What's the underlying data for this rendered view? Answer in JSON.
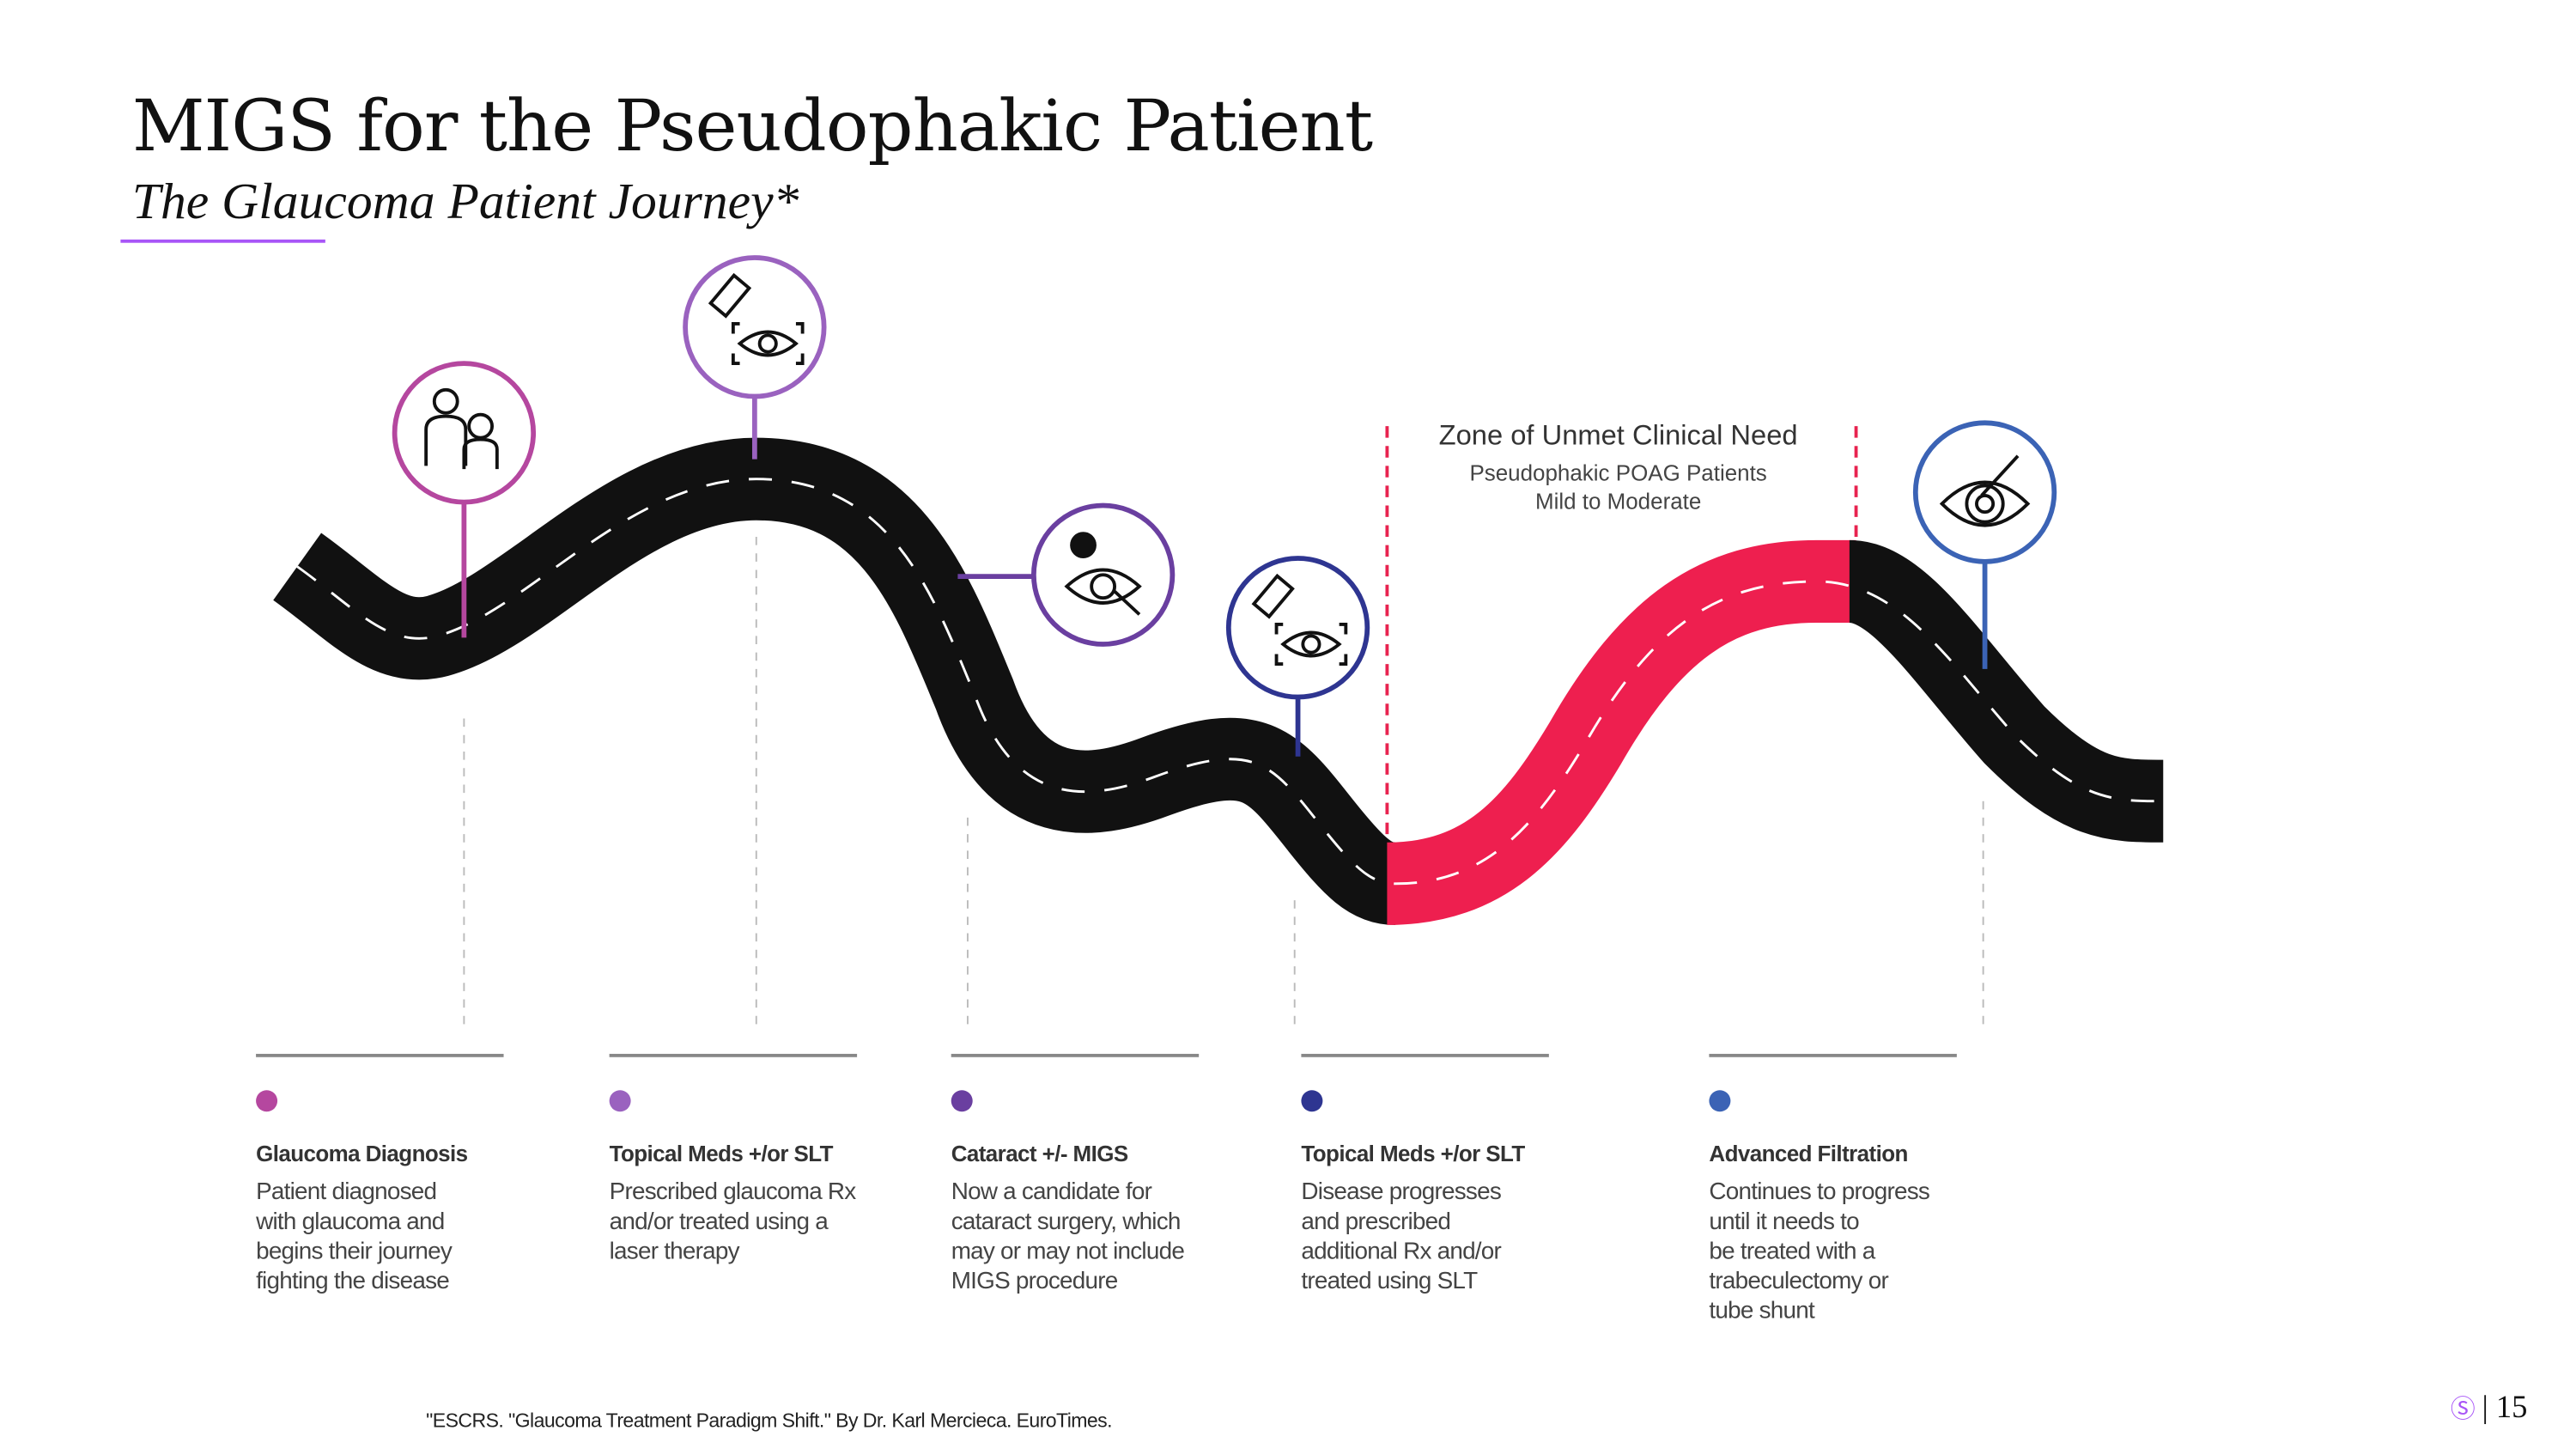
{
  "header": {
    "title": "MIGS for the Pseudophakic Patient",
    "subtitle": "The Glaucoma Patient Journey*"
  },
  "zone": {
    "title": "Zone of Unmet Clinical Need",
    "line1": "Pseudophakic POAG Patients",
    "line2": "Mild to Moderate"
  },
  "colors": {
    "road": "#111111",
    "zone_road": "#ee1f4f",
    "zone_line": "#e8234f",
    "accent": "#a855f7"
  },
  "stages": [
    {
      "heading": "Glaucoma Diagnosis",
      "body": [
        "Patient diagnosed",
        "with glaucoma and",
        "begins their journey",
        "fighting the disease"
      ],
      "color": "#b5479f",
      "icon": "doctor-patient-icon"
    },
    {
      "heading": "Topical Meds +/or SLT",
      "body": [
        "Prescribed glaucoma Rx",
        "and/or treated using a",
        "laser therapy"
      ],
      "color": "#9a62bf",
      "icon": "eye-drop-icon"
    },
    {
      "heading": "Cataract +/- MIGS",
      "body": [
        "Now a candidate for",
        "cataract surgery, which",
        "may or may not include",
        "MIGS procedure"
      ],
      "color": "#6a3fa0",
      "icon": "cataract-eye-icon"
    },
    {
      "heading": "Topical Meds +/or SLT",
      "body": [
        "Disease progresses",
        "and prescribed",
        "additional Rx and/or",
        "treated using SLT"
      ],
      "color": "#2e3591",
      "icon": "eye-drop-icon"
    },
    {
      "heading": "Advanced Filtration",
      "body": [
        "Continues to progress",
        "until it needs to",
        "be treated with a",
        "trabeculectomy or",
        "tube shunt"
      ],
      "color": "#3b63b5",
      "icon": "eye-surgery-icon"
    }
  ],
  "footnote": "\"ESCRS. \"Glaucoma Treatment Paradigm Shift.\" By Dr. Karl Mercieca. EuroTimes.",
  "page": {
    "separator": "|",
    "number": "15"
  }
}
